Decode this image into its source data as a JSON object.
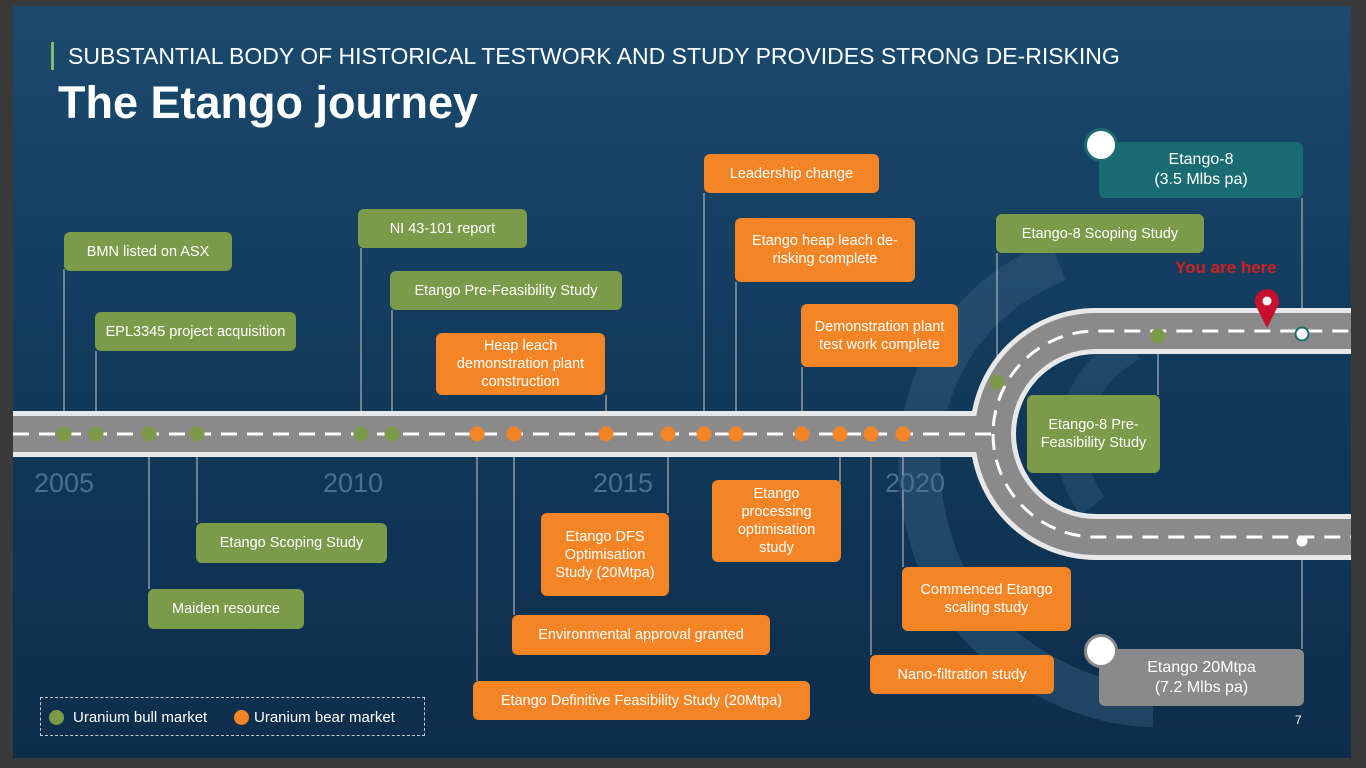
{
  "slide": {
    "kicker": "SUBSTANTIAL BODY OF HISTORICAL TESTWORK AND STUDY PROVIDES STRONG DE-RISKING",
    "title": "The Etango journey",
    "page_number": "7"
  },
  "years": [
    "2005",
    "2010",
    "2015",
    "2020"
  ],
  "colors": {
    "bull": "#7b9b4b",
    "bear": "#f38527",
    "target_current": "#1b6c72",
    "target_previous": "#8a8a8a",
    "you_are_here": "#d21f1f"
  },
  "events": {
    "bmn_listed": "BMN listed on ASX",
    "epl3345": "EPL3345 project acquisition",
    "maiden_resource": "Maiden resource",
    "scoping_study": "Etango Scoping Study",
    "ni43101": "NI 43-101 report",
    "pfs": "Etango Pre-Feasibility Study",
    "heap_leach_construction": "Heap leach demonstration plant construction",
    "definitive_fs": "Etango Definitive Feasibility Study (20Mtpa)",
    "environmental_approval": "Environmental approval granted",
    "dfs_optimisation": "Etango DFS Optimisation Study (20Mtpa)",
    "leadership_change": "Leadership change",
    "heap_leach_derisking": "Etango heap leach de-risking complete",
    "processing_optimisation": "Etango processing optimisation study",
    "demo_testwork": "Demonstration plant test work complete",
    "nano_filtration": "Nano-filtration study",
    "scaling_study": "Commenced Etango scaling study",
    "e8_scoping": "Etango-8 Scoping Study",
    "e8_pfs": "Etango-8 Pre-Feasibility Study"
  },
  "targets": {
    "etango8": {
      "name": "Etango-8",
      "detail": "(3.5 Mlbs pa)",
      "status": "check-icon"
    },
    "etango20": {
      "name": "Etango 20Mtpa",
      "detail": "(7.2 Mlbs pa)",
      "status": "check-icon"
    }
  },
  "you_are_here": "You are here",
  "legend": {
    "bull": "Uranium bull market",
    "bear": "Uranium bear market"
  }
}
